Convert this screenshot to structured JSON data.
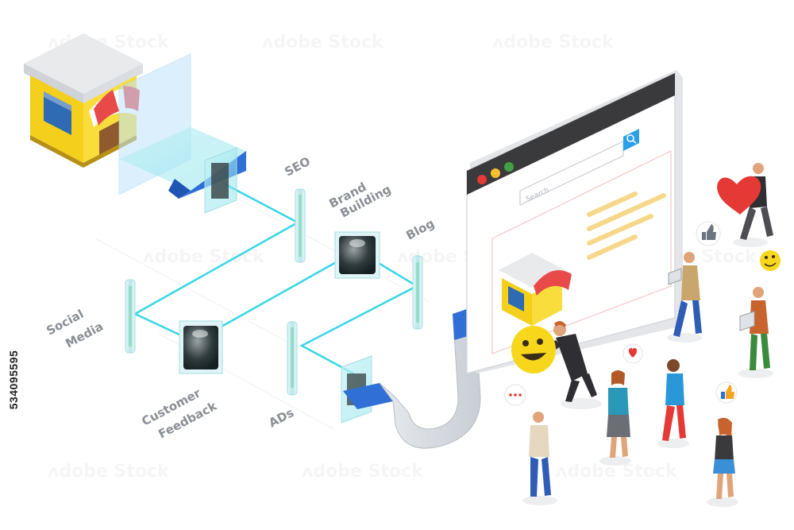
{
  "labels": {
    "seo": "SEO",
    "brand_line1": "Brand",
    "brand_line2": "Building",
    "blog": "Blog",
    "social_line1": "Social",
    "social_line2": "Media",
    "customer_line1": "Customer",
    "customer_line2": "Feedback",
    "ads": "ADs"
  },
  "browser": {
    "search_placeholder": "Search"
  },
  "stock_id": "534095595",
  "colors": {
    "neon_line": "#36d6e7",
    "browser_frame": "#3a3a3c",
    "dot_red": "#e53935",
    "dot_yellow": "#fbc02d",
    "dot_green": "#43a047",
    "search_btn": "#29a0e8",
    "shop_yellow": "#f6d21c",
    "awning_red": "#e84a4a",
    "cable_blue": "#2f6fd6",
    "label_gray": "#8a8f96"
  },
  "icons": [
    "search-icon",
    "heart-icon",
    "thumbs-up-icon",
    "smiley-icon",
    "chat-bubble-icon",
    "laptop-icon"
  ]
}
